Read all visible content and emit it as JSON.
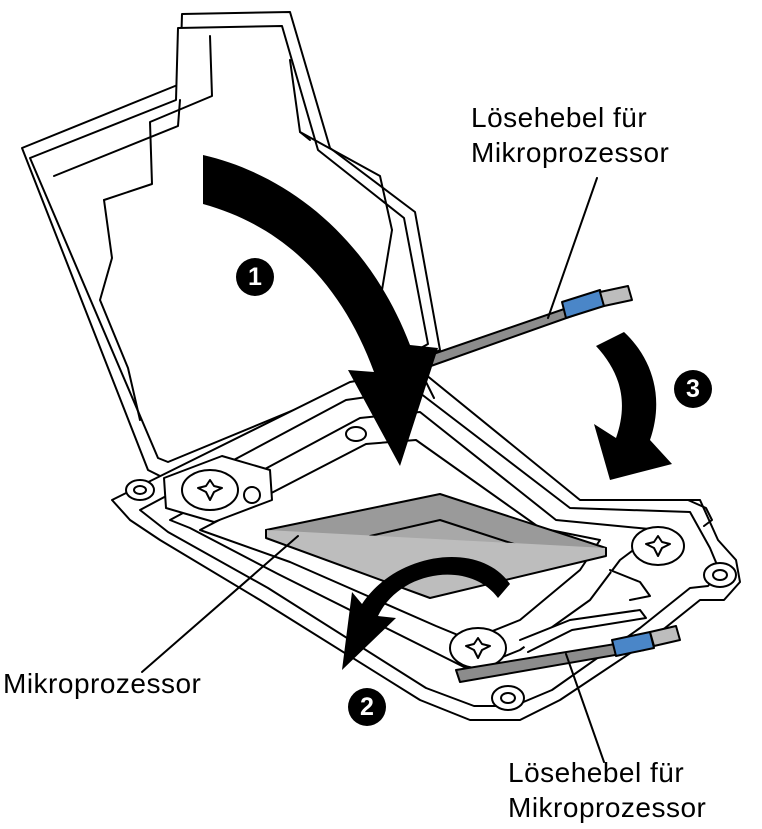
{
  "labels": {
    "lever_top": [
      "Lösehebel für",
      "Mikroprozessor"
    ],
    "lever_bottom": [
      "Lösehebel für",
      "Mikroprozessor"
    ],
    "processor": "Mikroprozessor"
  },
  "steps": [
    "1",
    "2",
    "3"
  ],
  "colors": {
    "line": "#000000",
    "processor_fill": "#9a9a9a",
    "lever_rod": "#8c8c8c",
    "lever_tip": "#4a86c8",
    "arrow": "#000000"
  }
}
